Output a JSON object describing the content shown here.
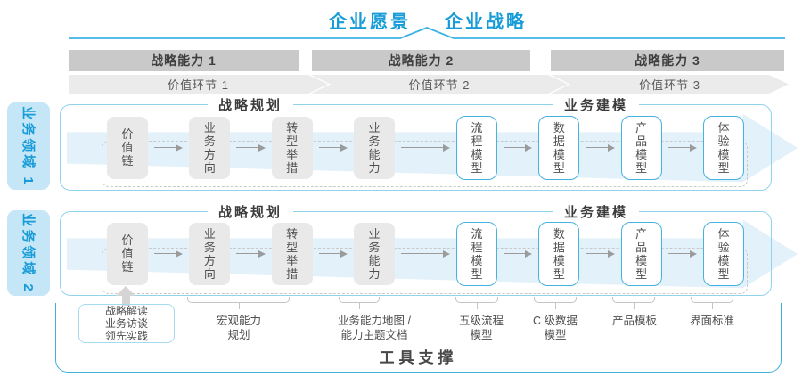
{
  "header": {
    "vision": "企业愿景",
    "strategy": "企业战略"
  },
  "capability_bars": [
    "战略能力 1",
    "战略能力 2",
    "战略能力 3"
  ],
  "value_bars": [
    "价值环节 1",
    "价值环节 2",
    "价值环节 3"
  ],
  "domain_labels": [
    "业务领域 1",
    "业务领域 2"
  ],
  "row": {
    "planning_header": "战略规划",
    "modeling_header": "业务建模",
    "gray_boxes": [
      "价值链",
      "业务方向",
      "转型举措",
      "业务能力"
    ],
    "blue_boxes": [
      "流程模型",
      "数据模型",
      "产品模型",
      "体验模型"
    ]
  },
  "annotations": {
    "practice_box_lines": [
      "战略解读",
      "业务访谈",
      "领先实践"
    ],
    "macro": [
      "宏观能力",
      "规划"
    ],
    "capability_map": [
      "业务能力地图 /",
      "能力主题文档"
    ],
    "process": [
      "五级流程",
      "模型"
    ],
    "data": [
      "C 级数据",
      "模型"
    ],
    "product": [
      "产品模板"
    ],
    "ui": [
      "界面标准"
    ]
  },
  "footer": {
    "tools_label": "工具支撑"
  },
  "colors": {
    "accent_blue": "#189cd8",
    "row_border": "#8fd3ec",
    "container_border": "#3eb1dc",
    "cap_bar_fill": "#c9c9c9",
    "value_band_fill": "#ebebeb",
    "big_arrow_fill": "#e3f1fa",
    "domain_label_fill": "#c5e6f6",
    "gray_box_fill": "#e9e9e9",
    "blue_box_border": "#45b2e0"
  }
}
